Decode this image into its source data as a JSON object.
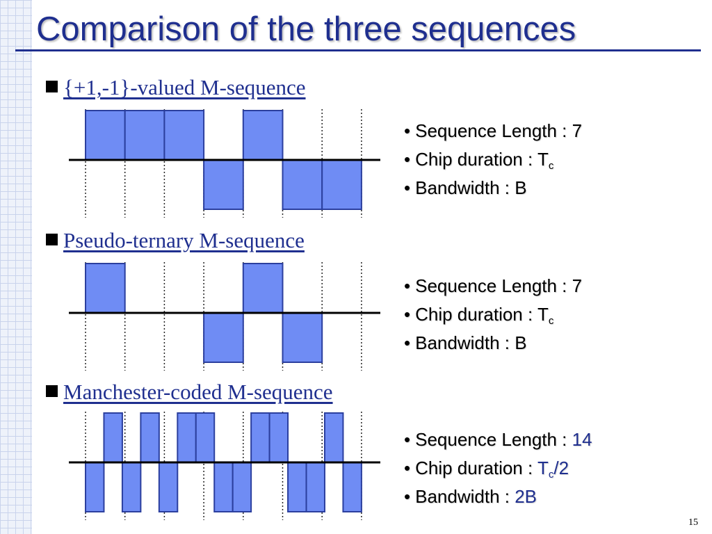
{
  "slide": {
    "title": "Comparison of the three sequences",
    "page_number": "15"
  },
  "colors": {
    "title": "#1f2f8f",
    "bar_fill": "#6f8cf4",
    "bar_stroke": "#2b3f9e",
    "highlight": "#1f2f8f"
  },
  "sections": [
    {
      "heading": "{+1,-1}-valued M-sequence",
      "chips": [
        1,
        1,
        1,
        -1,
        1,
        -1,
        -1
      ],
      "props": {
        "length_label": "Sequence Length : ",
        "length_value": "7",
        "chip_label": "Chip duration : ",
        "chip_T": "T",
        "chip_sub": "c",
        "chip_suffix": "",
        "bw_label": "Bandwidth : ",
        "bw_value": "B"
      }
    },
    {
      "heading": "Pseudo-ternary M-sequence",
      "chips": [
        1,
        0,
        0,
        -1,
        1,
        -1,
        0
      ],
      "props": {
        "length_label": "Sequence Length : ",
        "length_value": "7",
        "chip_label": "Chip duration : ",
        "chip_T": "T",
        "chip_sub": "c",
        "chip_suffix": "",
        "bw_label": "Bandwidth : ",
        "bw_value": "B"
      }
    },
    {
      "heading": "Manchester-coded M-sequence",
      "chips": [
        -1,
        1,
        -1,
        1,
        -1,
        1,
        1,
        -1,
        -1,
        1,
        1,
        -1,
        -1,
        1,
        -1
      ],
      "props": {
        "length_label": "Sequence Length : ",
        "length_value": "14",
        "chip_label": "Chip duration : ",
        "chip_T": "T",
        "chip_sub": "c",
        "chip_suffix": "/2",
        "bw_label": "Bandwidth : ",
        "bw_value": "2B"
      }
    }
  ]
}
